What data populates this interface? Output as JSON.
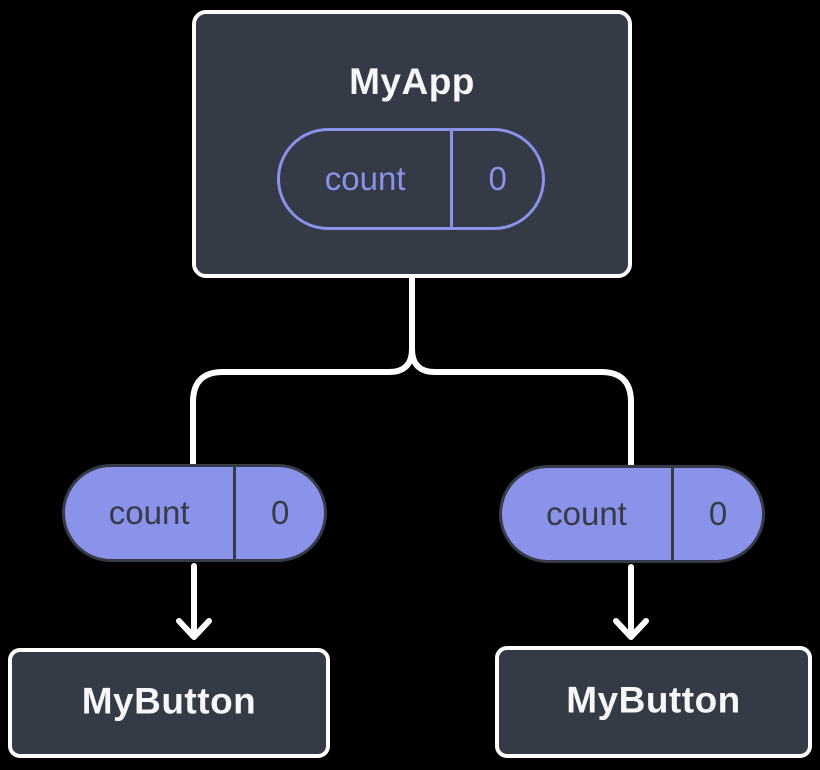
{
  "colors": {
    "background": "#000000",
    "box_fill": "#343A46",
    "box_border": "#FFFFFF",
    "accent_purple": "#8A92E9",
    "text_light": "#F6F7F9",
    "text_dark": "#353B47",
    "connector": "#FFFFFF"
  },
  "diagram": {
    "root": {
      "title": "MyApp",
      "state_pill": {
        "label": "count",
        "value": "0"
      }
    },
    "children": [
      {
        "prop_pill": {
          "label": "count",
          "value": "0"
        },
        "title": "MyButton"
      },
      {
        "prop_pill": {
          "label": "count",
          "value": "0"
        },
        "title": "MyButton"
      }
    ]
  }
}
